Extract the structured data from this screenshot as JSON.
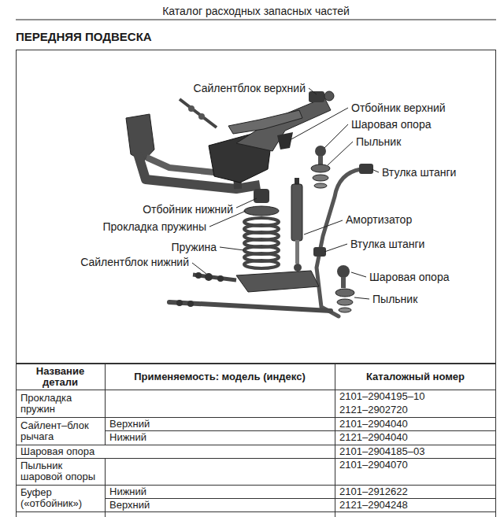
{
  "diagram": {
    "title": "ПЕРЕДНЯЯ ПОДВЕСКА",
    "labels": [
      "Каталог расходных запасных частей",
      "Сайлентблок верхний",
      "Отбойник верхний",
      "Шаровая опора",
      "Пыльник",
      "Втулка штанги",
      "Отбойник нижний",
      "Прокладка пружины",
      "Амортизатор",
      "Втулка штанги",
      "Пружина",
      "Сайлентблок нижний",
      "Шаровая опора",
      "Пыльник",
      "Название детали",
      "Применяемость: модель (индекс)",
      "Каталожный номер",
      "Прокладка пружин",
      "2101–2904195–10",
      "2121–2902720",
      "Сайлент–блок рычага",
      "Верхний",
      "2101–2904040",
      "Нижний",
      "2121–2904040",
      "Шаровая опора",
      "2101–2904185–03",
      "Пыльник шаровой опоры",
      "2101–2904070",
      "Буфер («отбойник»)",
      "Нижний",
      "2101–2912622",
      "Верхний",
      "2121–2904248"
    ]
  }
}
